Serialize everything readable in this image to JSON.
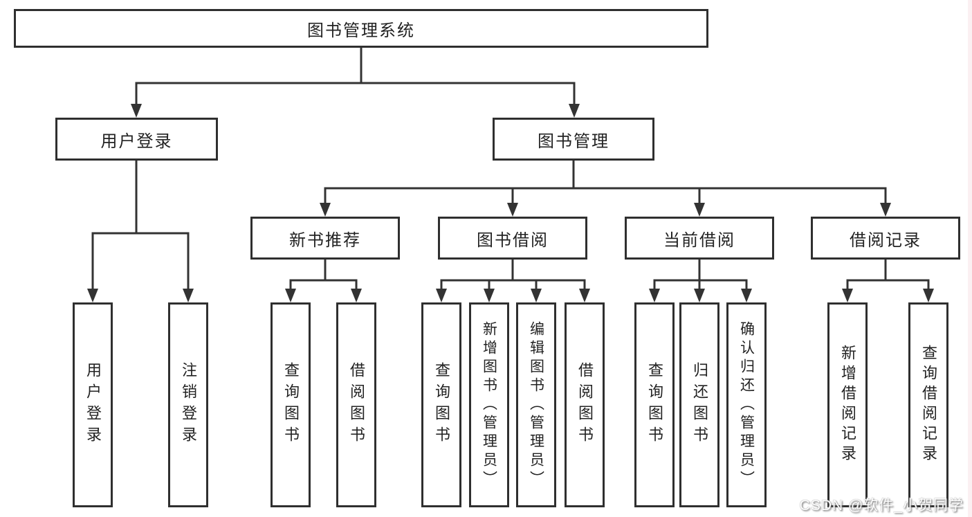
{
  "diagram": {
    "root": {
      "label": "图书管理系统"
    },
    "level1": [
      {
        "label": "用户登录"
      },
      {
        "label": "图书管理"
      }
    ],
    "level2": [
      {
        "label": "新书推荐"
      },
      {
        "label": "图书借阅"
      },
      {
        "label": "当前借阅"
      },
      {
        "label": "借阅记录"
      }
    ],
    "leaves": [
      {
        "label": "用户登录"
      },
      {
        "label": "注销登录"
      },
      {
        "label": "查询图书"
      },
      {
        "label": "借阅图书"
      },
      {
        "label": "查询图书"
      },
      {
        "label": "新增图书（管理员）"
      },
      {
        "label": "编辑图书（管理员）"
      },
      {
        "label": "借阅图书"
      },
      {
        "label": "查询图书"
      },
      {
        "label": "归还图书"
      },
      {
        "label": "确认归还（管理员）"
      },
      {
        "label": "新增借阅记录"
      },
      {
        "label": "查询借阅记录"
      }
    ],
    "watermark": "CSDN @软件_小贺同学",
    "colors": {
      "line": "#333333",
      "box_border": "#2f2f2f",
      "box_fill": "#ffffff",
      "text": "#222222",
      "watermark_text": "#ffffff",
      "edge_strip": "#f7e3e8"
    }
  }
}
